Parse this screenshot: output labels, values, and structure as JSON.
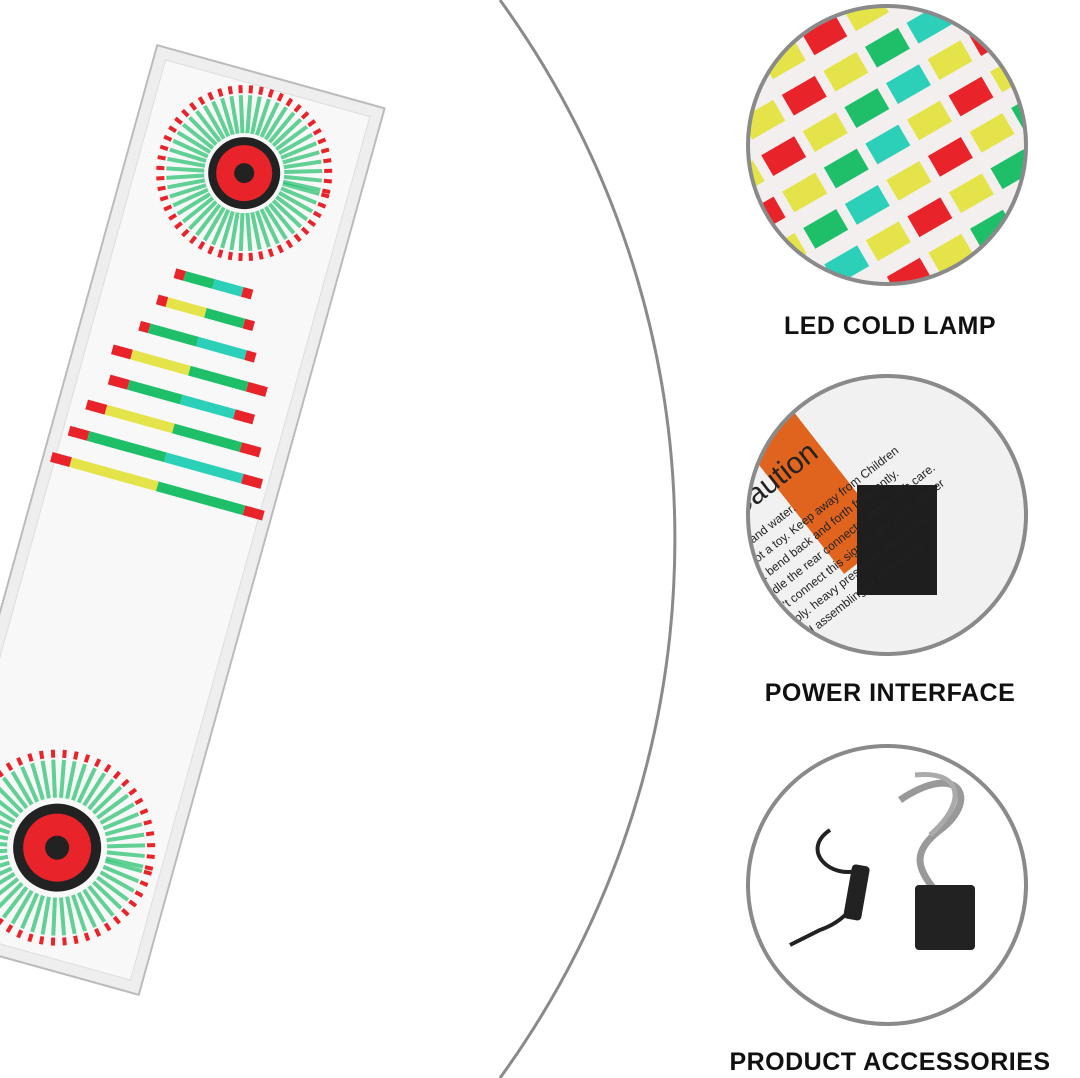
{
  "features": [
    {
      "label": "LED COLD LAMP",
      "icon": "led-strip-closeup"
    },
    {
      "label": "POWER INTERFACE",
      "icon": "connector-closeup",
      "caution_title": "Caution",
      "caution_lines": [
        "heat and water.",
        "is not a toy. Keep away from Children",
        "not bend back and forth frequently.",
        "andle the rear connector leads with care.",
        "on't connect this sign to any other power",
        "upply.  heavy pressure when doing",
        "void  assembling or laminating."
      ]
    },
    {
      "label": "PRODUCT ACCESSORIES",
      "icon": "cables-and-adapter"
    }
  ],
  "colors": {
    "red": "#e8232a",
    "green": "#1fbf6a",
    "cyan": "#2ccfb8",
    "yellow": "#e4e44a",
    "ring": "#8a8a8a"
  }
}
